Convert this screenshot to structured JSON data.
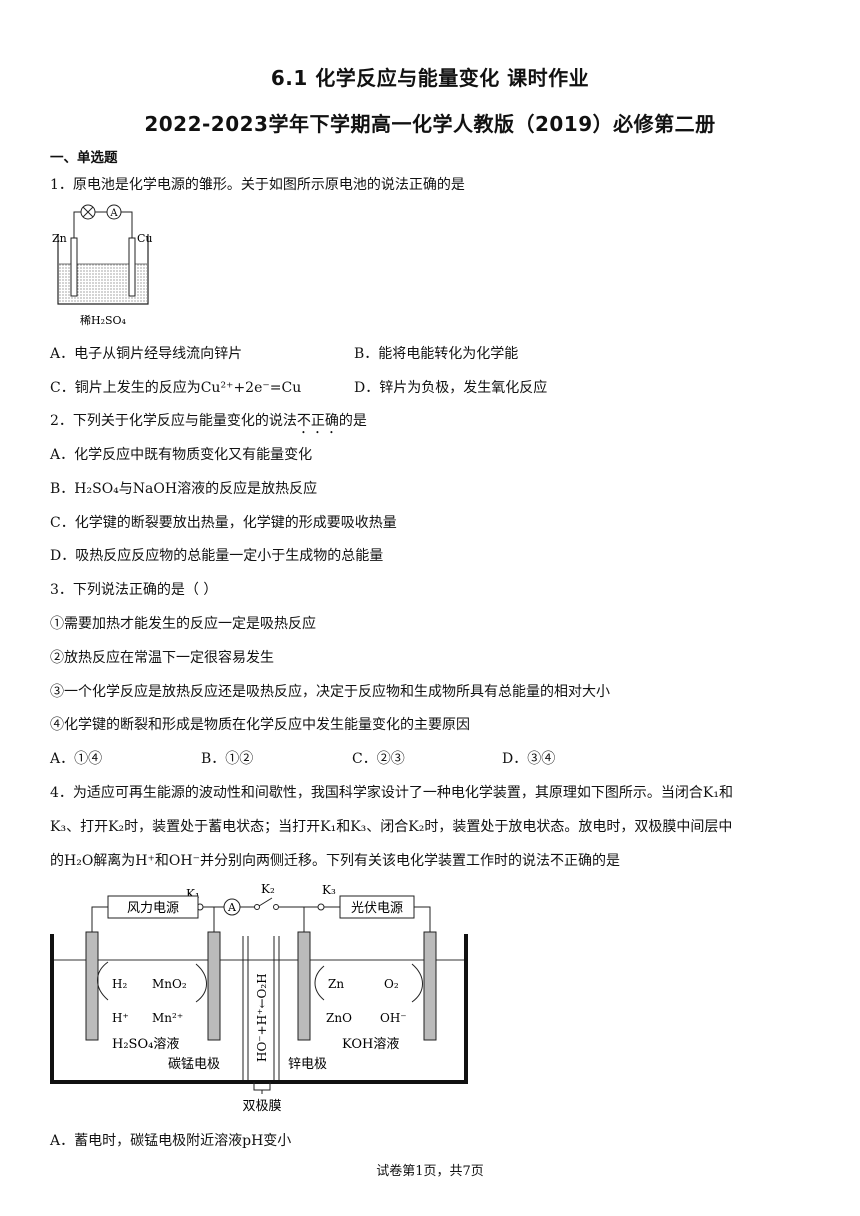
{
  "header": {
    "title_line1": "6.1 化学反应与能量变化  课时作业",
    "title_line2": "2022-2023学年下学期高一化学人教版（2019）必修第二册"
  },
  "section": {
    "title": "一、单选题"
  },
  "q1": {
    "stem": "1．原电池是化学电源的雏形。关于如图所示原电池的说法正确的是",
    "figure": {
      "left_electrode": "Zn",
      "right_electrode": "Cu",
      "lamp_symbol": "⊗",
      "ammeter_symbol": "A",
      "solution_label": "稀H₂SO₄"
    },
    "options": {
      "A": "A．电子从铜片经导线流向锌片",
      "B": "B．能将电能转化为化学能",
      "C": "C．铜片上发生的反应为Cu²⁺+2e⁻=Cu",
      "D": "D．锌片为负极，发生氧化反应"
    }
  },
  "q2": {
    "stem_before": "2．下列关于化学反应与能量变化的说法",
    "stem_emph": "不正确",
    "stem_after": "的是",
    "options": {
      "A": "A．化学反应中既有物质变化又有能量变化",
      "B": "B．H₂SO₄与NaOH溶液的反应是放热反应",
      "C": "C．化学键的断裂要放出热量，化学键的形成要吸收热量",
      "D": "D．吸热反应反应物的总能量一定小于生成物的总能量"
    }
  },
  "q3": {
    "stem": "3．下列说法正确的是（    ）",
    "statements": [
      "①需要加热才能发生的反应一定是吸热反应",
      "②放热反应在常温下一定很容易发生",
      "③一个化学反应是放热反应还是吸热反应，决定于反应物和生成物所具有总能量的相对大小",
      "④化学键的断裂和形成是物质在化学反应中发生能量变化的主要原因"
    ],
    "options": {
      "A": "A．①④",
      "B": "B．①②",
      "C": "C．②③",
      "D": "D．③④"
    }
  },
  "q4": {
    "stem_line1": "4．为适应可再生能源的波动性和间歇性，我国科学家设计了一种电化学装置，其原理如下图所示。当闭合K₁和",
    "stem_line2": "K₃、打开K₂时，装置处于蓄电状态；当打开K₁和K₃、闭合K₂时，装置处于放电状态。放电时，双极膜中间层中",
    "stem_line3": "的H₂O解离为H⁺和OH⁻并分别向两侧迁移。下列有关该电化学装置工作时的说法不正确的是",
    "figure": {
      "wind_power": "风力电源",
      "solar_power": "光伏电源",
      "k1": "K₁",
      "k2": "K₂",
      "k3": "K₃",
      "ammeter": "A",
      "left_top_left": "H₂",
      "left_top_right": "MnO₂",
      "left_bottom_left": "H⁺",
      "left_bottom_right": "Mn²⁺",
      "left_solution": "H₂SO₄溶液",
      "left_electrode": "碳锰电极",
      "membrane_text": "HO⁻+H⁺←O₂H",
      "right_top_left": "Zn",
      "right_top_right": "O₂",
      "right_bottom_left": "ZnO",
      "right_bottom_right": "OH⁻",
      "right_solution": "KOH溶液",
      "zinc_electrode": "锌电极",
      "bipolar_membrane": "双极膜"
    },
    "options": {
      "A": "A．蓄电时，碳锰电极附近溶液pH变小"
    }
  },
  "footer": {
    "page": "试卷第1页，共7页"
  }
}
